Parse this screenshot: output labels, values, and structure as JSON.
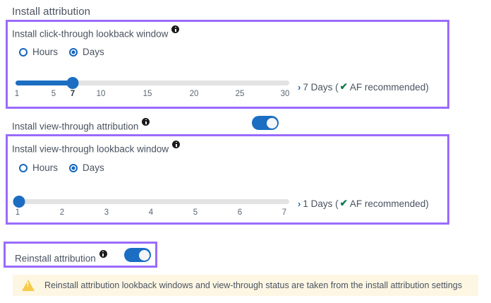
{
  "page": {
    "title": "Install attribution"
  },
  "click_through": {
    "label": "Install click-through lookback window",
    "info_icon": "info-icon",
    "units": [
      {
        "label": "Hours",
        "selected": false
      },
      {
        "label": "Days",
        "selected": true
      }
    ],
    "slider": {
      "min": 1,
      "max": 30,
      "value": 7,
      "ticks": [
        "1",
        "5",
        "7",
        "10",
        "15",
        "20",
        "25",
        "30"
      ],
      "tick_values": [
        1,
        5,
        7,
        10,
        15,
        20,
        25,
        30
      ],
      "active_tick": "7"
    },
    "readout": {
      "chevron": "›",
      "value_text": "7 Days (",
      "check": "✔",
      "recommend_text": " AF recommended)"
    }
  },
  "view_through_attribution": {
    "label": "Install view-through attribution",
    "info_icon": "info-icon",
    "toggle_on": true
  },
  "view_through": {
    "label": "Install view-through lookback window",
    "info_icon": "info-icon",
    "units": [
      {
        "label": "Hours",
        "selected": false
      },
      {
        "label": "Days",
        "selected": true
      }
    ],
    "slider": {
      "min": 1,
      "max": 7,
      "value": 1,
      "ticks": [
        "1",
        "2",
        "3",
        "4",
        "5",
        "6",
        "7"
      ],
      "tick_values": [
        1,
        2,
        3,
        4,
        5,
        6,
        7
      ],
      "active_tick": "1"
    },
    "readout": {
      "chevron": "›",
      "value_text": "1 Days (",
      "check": "✔",
      "recommend_text": " AF recommended)"
    }
  },
  "reinstall": {
    "label": "Reinstall attribution",
    "info_icon": "info-icon",
    "toggle_on": true
  },
  "warning": {
    "icon": "warning-triangle-icon",
    "text": "Reinstall attribution lookback windows and view-through status are taken from the install attribution settings"
  },
  "colors": {
    "highlight": "#9a6bfb",
    "accent_blue": "#1b6ec2",
    "radio_blue": "#1565c0",
    "check_green": "#11794f",
    "warning_bg": "#fdf6e3",
    "warning_icon": "#f5cb48",
    "track_gray": "#e3e3e3"
  }
}
